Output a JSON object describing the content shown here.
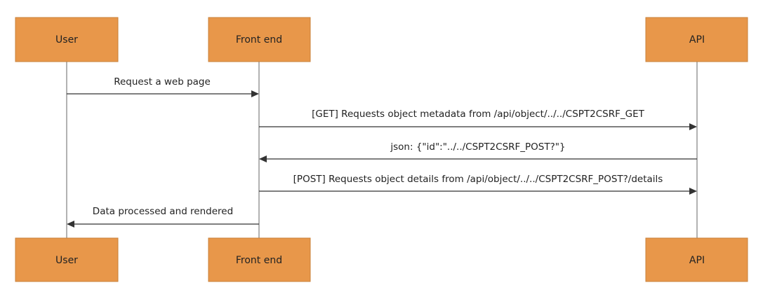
{
  "actors": [
    {
      "id": "user",
      "label": "User"
    },
    {
      "id": "frontend",
      "label": "Front end"
    },
    {
      "id": "api",
      "label": "API"
    }
  ],
  "messages": [
    {
      "from": "user",
      "to": "frontend",
      "label": "Request a web page"
    },
    {
      "from": "frontend",
      "to": "api",
      "label": "[GET] Requests object metadata from /api/object/../../CSPT2CSRF_GET"
    },
    {
      "from": "api",
      "to": "frontend",
      "label": "json: {\"id\":\"../../CSPT2CSRF_POST?\"}"
    },
    {
      "from": "frontend",
      "to": "api",
      "label": "[POST] Requests object details from /api/object/../../CSPT2CSRF_POST?/details"
    },
    {
      "from": "frontend",
      "to": "user",
      "label": "Data processed and rendered"
    }
  ],
  "colors": {
    "actor_fill": "#E8974A",
    "actor_stroke": "#C8803A",
    "lifeline": "#999999",
    "arrow": "#333333"
  }
}
